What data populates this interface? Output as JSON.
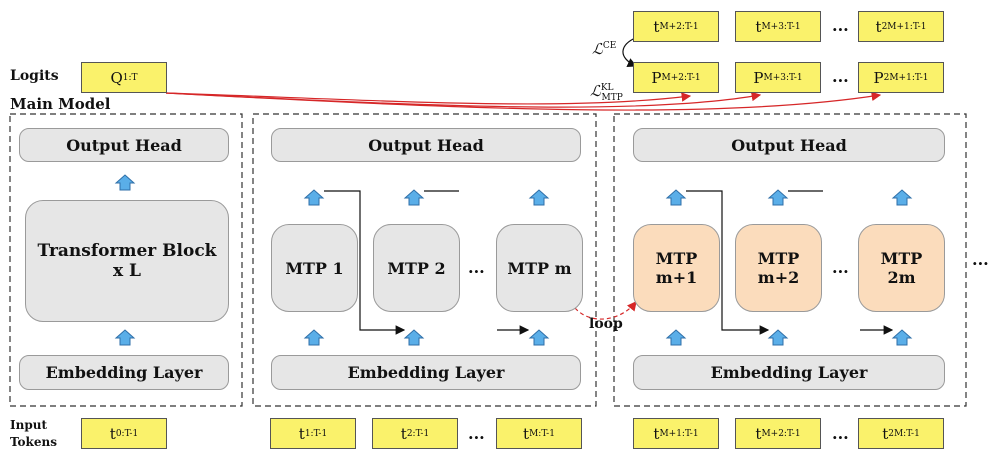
{
  "labels": {
    "logits": "Logits",
    "main_model": "Main Model",
    "input_tokens_line1": "Input",
    "input_tokens_line2": "Tokens",
    "loop": "loop"
  },
  "main_model": {
    "output_head": "Output Head",
    "transformer_line1": "Transformer Block",
    "transformer_line2": "x L",
    "embedding": "Embedding Layer",
    "logit": {
      "base": "Q",
      "sub": "1:T"
    },
    "input": {
      "base": "t",
      "sub": "0:T-1"
    }
  },
  "mtp_group_1": {
    "output_head": "Output Head",
    "embedding": "Embedding Layer",
    "modules": [
      {
        "line1": "MTP 1",
        "line2": ""
      },
      {
        "line1": "MTP 2",
        "line2": ""
      },
      {
        "line1": "MTP m",
        "line2": ""
      }
    ],
    "inputs": [
      {
        "base": "t",
        "sub": "1:T-1"
      },
      {
        "base": "t",
        "sub": "2:T-1"
      },
      {
        "base": "t",
        "sub": "M:T-1"
      }
    ]
  },
  "mtp_group_2": {
    "output_head": "Output Head",
    "embedding": "Embedding Layer",
    "modules": [
      {
        "line1": "MTP",
        "line2": "m+1"
      },
      {
        "line1": "MTP",
        "line2": "m+2"
      },
      {
        "line1": "MTP",
        "line2": "2m"
      }
    ],
    "inputs": [
      {
        "base": "t",
        "sub": "M+1:T-1"
      },
      {
        "base": "t",
        "sub": "M+2:T-1"
      },
      {
        "base": "t",
        "sub": "2M:T-1"
      }
    ],
    "targets": [
      {
        "base": "t",
        "sub": "M+2:T-1"
      },
      {
        "base": "t",
        "sub": "M+3:T-1"
      },
      {
        "base": "t",
        "sub": "2M+1:T-1"
      }
    ],
    "predictions": [
      {
        "base": "P",
        "sub": "M+2:T-1"
      },
      {
        "base": "P",
        "sub": "M+3:T-1"
      },
      {
        "base": "P",
        "sub": "2M+1:T-1"
      }
    ]
  },
  "losses": {
    "ce": {
      "symbol": "ℒ",
      "sup": "CE",
      "sub": ""
    },
    "kl": {
      "symbol": "ℒ",
      "sup": "KL",
      "sub": "MTP"
    }
  },
  "ellipsis": "...",
  "colors": {
    "token_fill": "#faf26b",
    "module_gray": "#e6e6e6",
    "module_orange": "#fbdcbc",
    "arrow_blue": "#5aaee8",
    "red_line": "#d62728"
  }
}
